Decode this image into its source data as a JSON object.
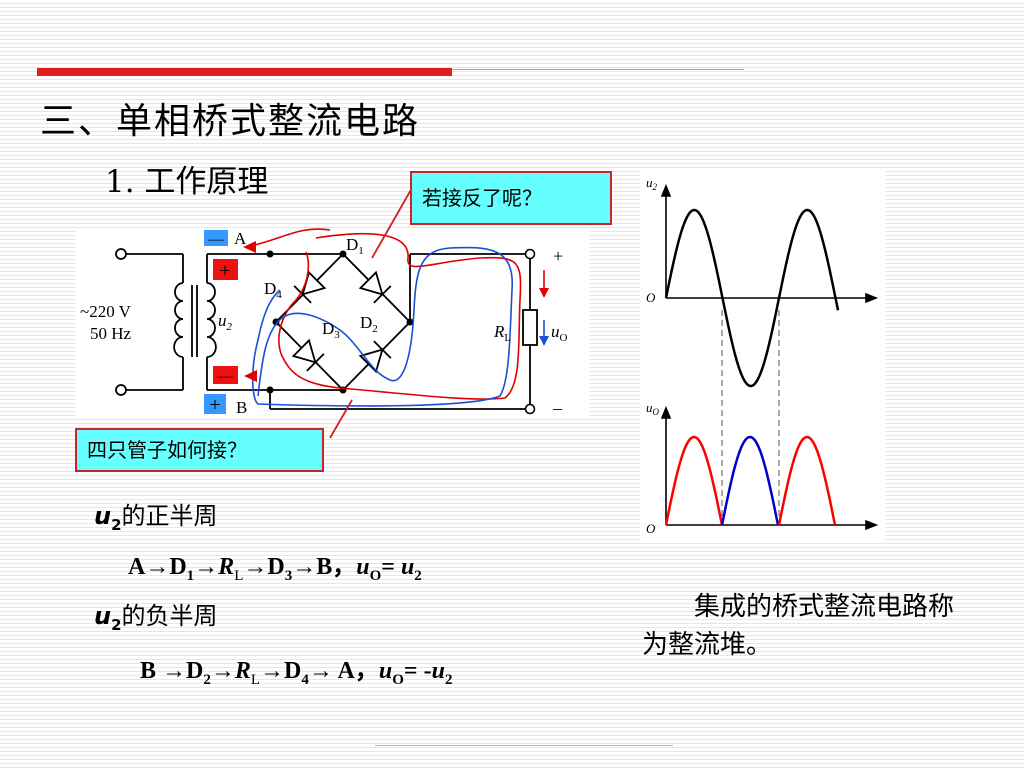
{
  "slide": {
    "title": "三、单相桥式整流电路",
    "subtitle": "1.  工作原理",
    "callout_top": "若接反了呢？",
    "callout_bottom": "四只管子如何接？",
    "positive_half": {
      "var": "u",
      "sub": "2",
      "label": "的正半周",
      "path": {
        "a": "A→D",
        "a_sub": "1",
        "b": "→",
        "r": "R",
        "r_sub": "L",
        "c": "→D",
        "c_sub": "3",
        "d": "→B，",
        "u": "u",
        "u_sub": "O",
        "eq": "= ",
        "u2": "u",
        "u2_sub": "2"
      }
    },
    "negative_half": {
      "var": "u",
      "sub": "2",
      "label": "的负半周",
      "path": {
        "a": "B →D",
        "a_sub": "2",
        "b": "→",
        "r": "R",
        "r_sub": "L",
        "c": "→D",
        "c_sub": "4",
        "d": "→ A，",
        "u": "u",
        "u_sub": "O",
        "eq": "= -",
        "u2": "u",
        "u2_sub": "2"
      }
    },
    "note": "集成的桥式整流电路称为整流堆。"
  },
  "circuit": {
    "source_line1": "~220 V",
    "source_line2": "50 Hz",
    "u2": "u",
    "u2_sub": "2",
    "node_a": "A",
    "node_b": "B",
    "d1": "D",
    "d1_sub": "1",
    "d2": "D",
    "d2_sub": "2",
    "d3": "D",
    "d3_sub": "3",
    "d4": "D",
    "d4_sub": "4",
    "rl": "R",
    "rl_sub": "L",
    "uo": "u",
    "uo_sub": "O",
    "plus": "+",
    "minus": "–",
    "tag_minus": "—",
    "tag_plus": "+"
  },
  "waveform": {
    "top_axis": "u",
    "top_axis_sub": "2",
    "bottom_axis": "u",
    "bottom_axis_sub": "O",
    "origin": "O"
  },
  "colors": {
    "accent": "#e11f1f",
    "callout_bg": "#66ffff",
    "callout_border": "#d42020",
    "tag_blue": "#3399ff",
    "tag_red": "#ee1111",
    "current_red": "#e00000",
    "current_blue": "#1a4fd6",
    "wave_red": "#ff0000",
    "wave_blue": "#0000cc"
  }
}
